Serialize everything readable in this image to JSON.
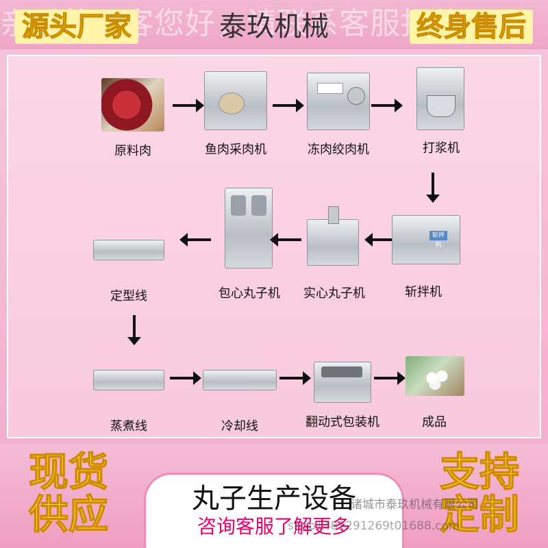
{
  "header": {
    "watermark": "亲爱的顾客您好，请联系客服报价",
    "left_tag": "源头厂家",
    "brand": "泰玖机械",
    "right_tag": "终身售后"
  },
  "flow": {
    "steps": [
      {
        "label": "原料肉",
        "icon": "raw-meat"
      },
      {
        "label": "鱼肉采肉机",
        "icon": "fish-meat-separator"
      },
      {
        "label": "冻肉绞肉机",
        "icon": "frozen-meat-grinder"
      },
      {
        "label": "打浆机",
        "icon": "beater"
      },
      {
        "label": "斩拌机",
        "icon": "bowl-cutter"
      },
      {
        "label": "实心丸子机",
        "icon": "solid-meatball-machine"
      },
      {
        "label": "包心丸子机",
        "icon": "stuffed-meatball-machine"
      },
      {
        "label": "定型线",
        "icon": "forming-line"
      },
      {
        "label": "蒸煮线",
        "icon": "steaming-line"
      },
      {
        "label": "冷却线",
        "icon": "cooling-line"
      },
      {
        "label": "翻动式包装机",
        "icon": "flip-packaging-machine"
      },
      {
        "label": "成品",
        "icon": "finished-product"
      }
    ],
    "machine_plate_text": "斩拌机"
  },
  "footer": {
    "left_text": "现货\n供应",
    "right_text": "支持\n定制",
    "title": "丸子生产设备",
    "subtitle": "咨询客服了解更多",
    "watermark_company": "诸城市泰玖机械有限公司",
    "watermark_shop": "shop1481291269t01688.com"
  },
  "colors": {
    "background": "#f6bfd8",
    "panel": "#fad3e3",
    "tag_yellow": "#ffe24a",
    "subtitle_pink": "#e5006a",
    "arrow": "#111111"
  }
}
